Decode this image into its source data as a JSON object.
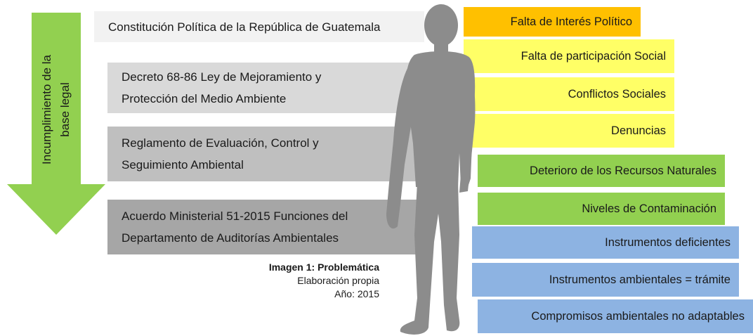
{
  "arrow_label": [
    "Incumplimiento de la",
    "base legal"
  ],
  "legal_framework": [
    {
      "lines": [
        "Constitución Política de la República de Guatemala"
      ],
      "color": "#f2f2f2"
    },
    {
      "lines": [
        "Decreto 68-86 Ley de Mejoramiento y",
        "Protección del Medio Ambiente"
      ],
      "color": "#d9d9d9"
    },
    {
      "lines": [
        "Reglamento  de Evaluación, Control y",
        "Seguimiento Ambiental"
      ],
      "color": "#bfbfbf"
    },
    {
      "lines": [
        "Acuerdo Ministerial 51-2015 Funciones del",
        "Departamento de Auditorías Ambientales"
      ],
      "color": "#a6a6a6"
    }
  ],
  "problems": [
    {
      "label": "Falta de Interés Político",
      "color": "#ffc000"
    },
    {
      "label": "Falta de participación Social",
      "color": "#ffff66"
    },
    {
      "label": "Conflictos Sociales",
      "color": "#ffff66"
    },
    {
      "label": "Denuncias",
      "color": "#ffff66"
    },
    {
      "label": "Deterioro de los Recursos Naturales",
      "color": "#92d050"
    },
    {
      "label": "Niveles de Contaminación",
      "color": "#92d050"
    },
    {
      "label": "Instrumentos deficientes",
      "color": "#8db3e2"
    },
    {
      "label": "Instrumentos ambientales  = trámite",
      "color": "#8db3e2"
    },
    {
      "label": "Compromisos ambientales no adaptables",
      "color": "#8db3e2"
    }
  ],
  "caption": {
    "title": "Imagen 1: Problemática",
    "line1": "Elaboración propia",
    "line2": "Año: 2015"
  },
  "colors": {
    "arrow": "#92d050",
    "silhouette": "#8c8c8c"
  }
}
